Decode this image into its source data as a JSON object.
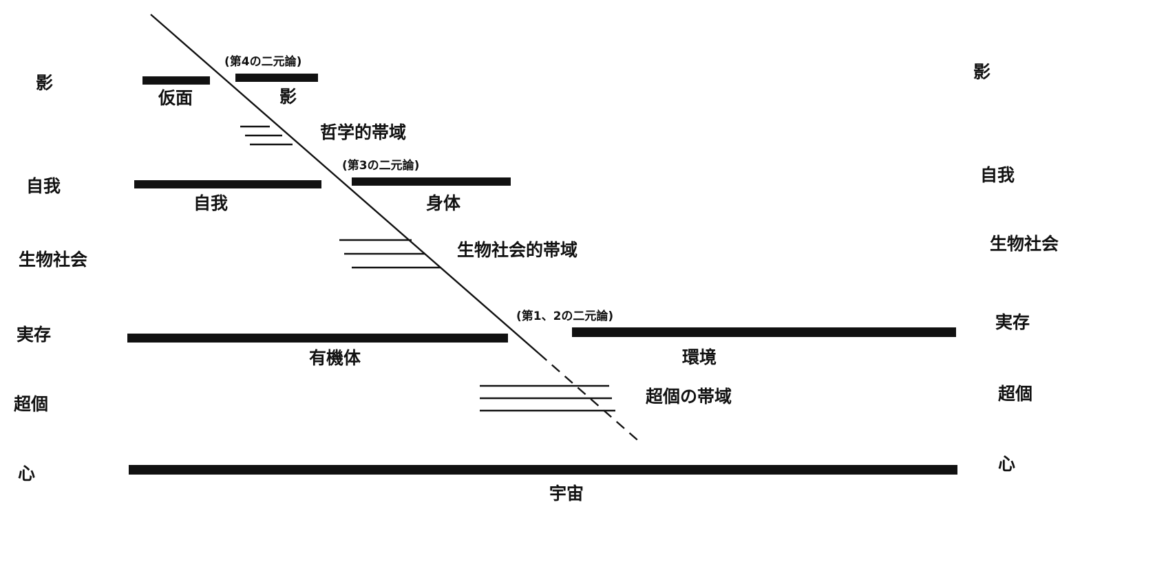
{
  "left_levels": [
    "影",
    "自我",
    "生物社会",
    "実存",
    "超個",
    "心"
  ],
  "right_levels": [
    "影",
    "自我",
    "生物社会",
    "実存",
    "超個",
    "心"
  ],
  "dualisms": {
    "fourth": "(第4の二元論)",
    "third": "(第3の二元論)",
    "first_second": "(第1、2の二元論)"
  },
  "pairs": {
    "mask": "仮面",
    "shadow": "影",
    "ego": "自我",
    "body": "身体",
    "organism": "有機体",
    "environment": "環境",
    "universe": "宇宙"
  },
  "bands": {
    "philosophical": "哲学的帯域",
    "biosocial": "生物社会的帯域",
    "transpersonal": "超個の帯域"
  },
  "colors": {
    "ink": "#111111",
    "paper": "#ffffff"
  }
}
